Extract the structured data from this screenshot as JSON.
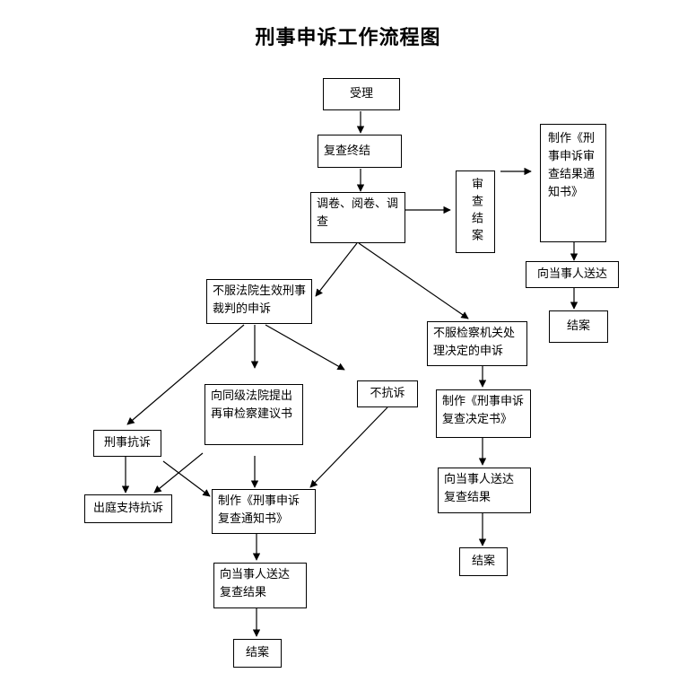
{
  "title": "刑事申诉工作流程图",
  "nodes": {
    "accept": "受理",
    "review_end": "复查终结",
    "investigate": "调卷、阅卷、调查",
    "review_close": "审查结案",
    "make_review_notice": "制作《刑事申诉审查结果通知书》",
    "deliver_right": "向当事人送达",
    "close_right": "结案",
    "court_appeal": "不服法院生效刑事裁判的申诉",
    "procuratorate_appeal": "不服检察机关处理决定的申诉",
    "same_level_suggest": "向同级法院提出再审检察建议书",
    "no_protest": "不抗诉",
    "criminal_protest": "刑事抗诉",
    "support_protest": "出庭支持抗诉",
    "make_recheck_notice": "制作《刑事申诉复查通知书》",
    "deliver_left": "向当事人送达复查结果",
    "close_left": "结案",
    "make_recheck_decision": "制作《刑事申诉复查决定书》",
    "deliver_mid": "向当事人送达复查结果",
    "close_mid": "结案"
  }
}
